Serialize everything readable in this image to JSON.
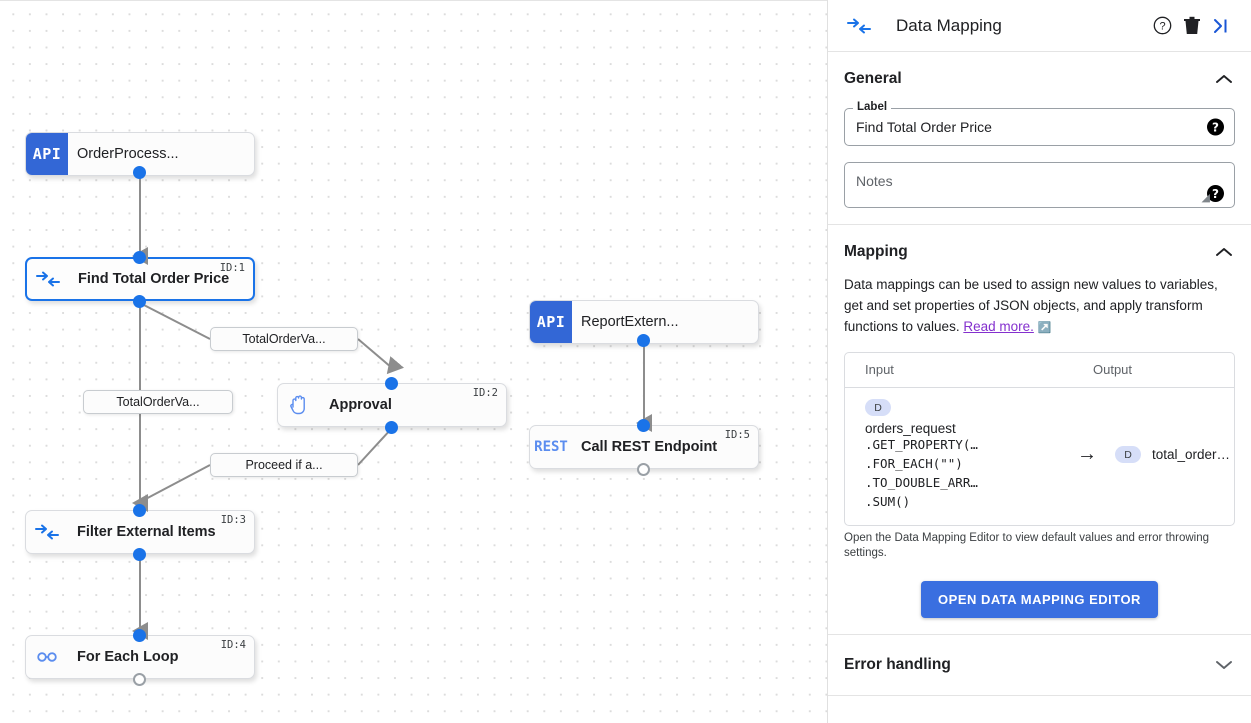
{
  "canvas": {
    "nodes": [
      {
        "id": "order-process",
        "type": "api",
        "icon_text": "API",
        "label": "OrderProcess...",
        "id_badge": "",
        "selected": false
      },
      {
        "id": "find-total-order-price",
        "type": "mapping",
        "icon_text": "",
        "label": "Find Total Order Price",
        "id_badge": "ID:1",
        "selected": true
      },
      {
        "id": "approval",
        "type": "approval",
        "icon_text": "",
        "label": "Approval",
        "id_badge": "ID:2",
        "selected": false
      },
      {
        "id": "filter-external-items",
        "type": "mapping",
        "icon_text": "",
        "label": "Filter External Items",
        "id_badge": "ID:3",
        "selected": false
      },
      {
        "id": "for-each-loop",
        "type": "loop",
        "icon_text": "",
        "label": "For Each Loop",
        "id_badge": "ID:4",
        "selected": false
      },
      {
        "id": "report-extern",
        "type": "api",
        "icon_text": "API",
        "label": "ReportExtern...",
        "id_badge": "",
        "selected": false
      },
      {
        "id": "call-rest-endpoint",
        "type": "rest",
        "icon_text": "REST",
        "label": "Call REST Endpoint",
        "id_badge": "ID:5",
        "selected": false
      }
    ],
    "connector_labels": [
      {
        "id": "label-total-order-va-1",
        "text": "TotalOrderVa..."
      },
      {
        "id": "label-total-order-va-2",
        "text": "TotalOrderVa..."
      },
      {
        "id": "label-proceed-if-a",
        "text": "Proceed if a..."
      }
    ]
  },
  "panel": {
    "header": {
      "title": "Data Mapping",
      "icons": [
        "data-mapping-icon",
        "help-icon",
        "delete-icon",
        "collapse-panel-icon"
      ]
    },
    "general": {
      "title": "General",
      "label_legend": "Label",
      "label_value": "Find Total Order Price",
      "notes_placeholder": "Notes",
      "notes_value": ""
    },
    "mapping": {
      "title": "Mapping",
      "description_prefix": "Data mappings can be used to assign new values to variables, get and set properties of JSON objects, and apply transform functions to values. ",
      "read_more": "Read more.",
      "columns": {
        "input": "Input",
        "output": "Output"
      },
      "rows": [
        {
          "input_badge": "D",
          "input_var": "orders_request",
          "input_expr": ".GET_PROPERTY(…\n.FOR_EACH(\"\")\n.TO_DOUBLE_ARR…\n.SUM()",
          "arrow": "→",
          "output_badge": "D",
          "output_var": "total_order…"
        }
      ],
      "note": "Open the Data Mapping Editor to view default values and error throwing settings.",
      "button": "OPEN DATA MAPPING EDITOR"
    },
    "error_handling": {
      "title": "Error handling"
    }
  },
  "colors": {
    "accent_blue": "#1a73e8",
    "api_blue": "#3367d6",
    "rest_blue": "#5b8def",
    "button_blue": "#3a6fe0",
    "link_purple": "#8430ce",
    "badge_lavender": "#d6def8"
  }
}
